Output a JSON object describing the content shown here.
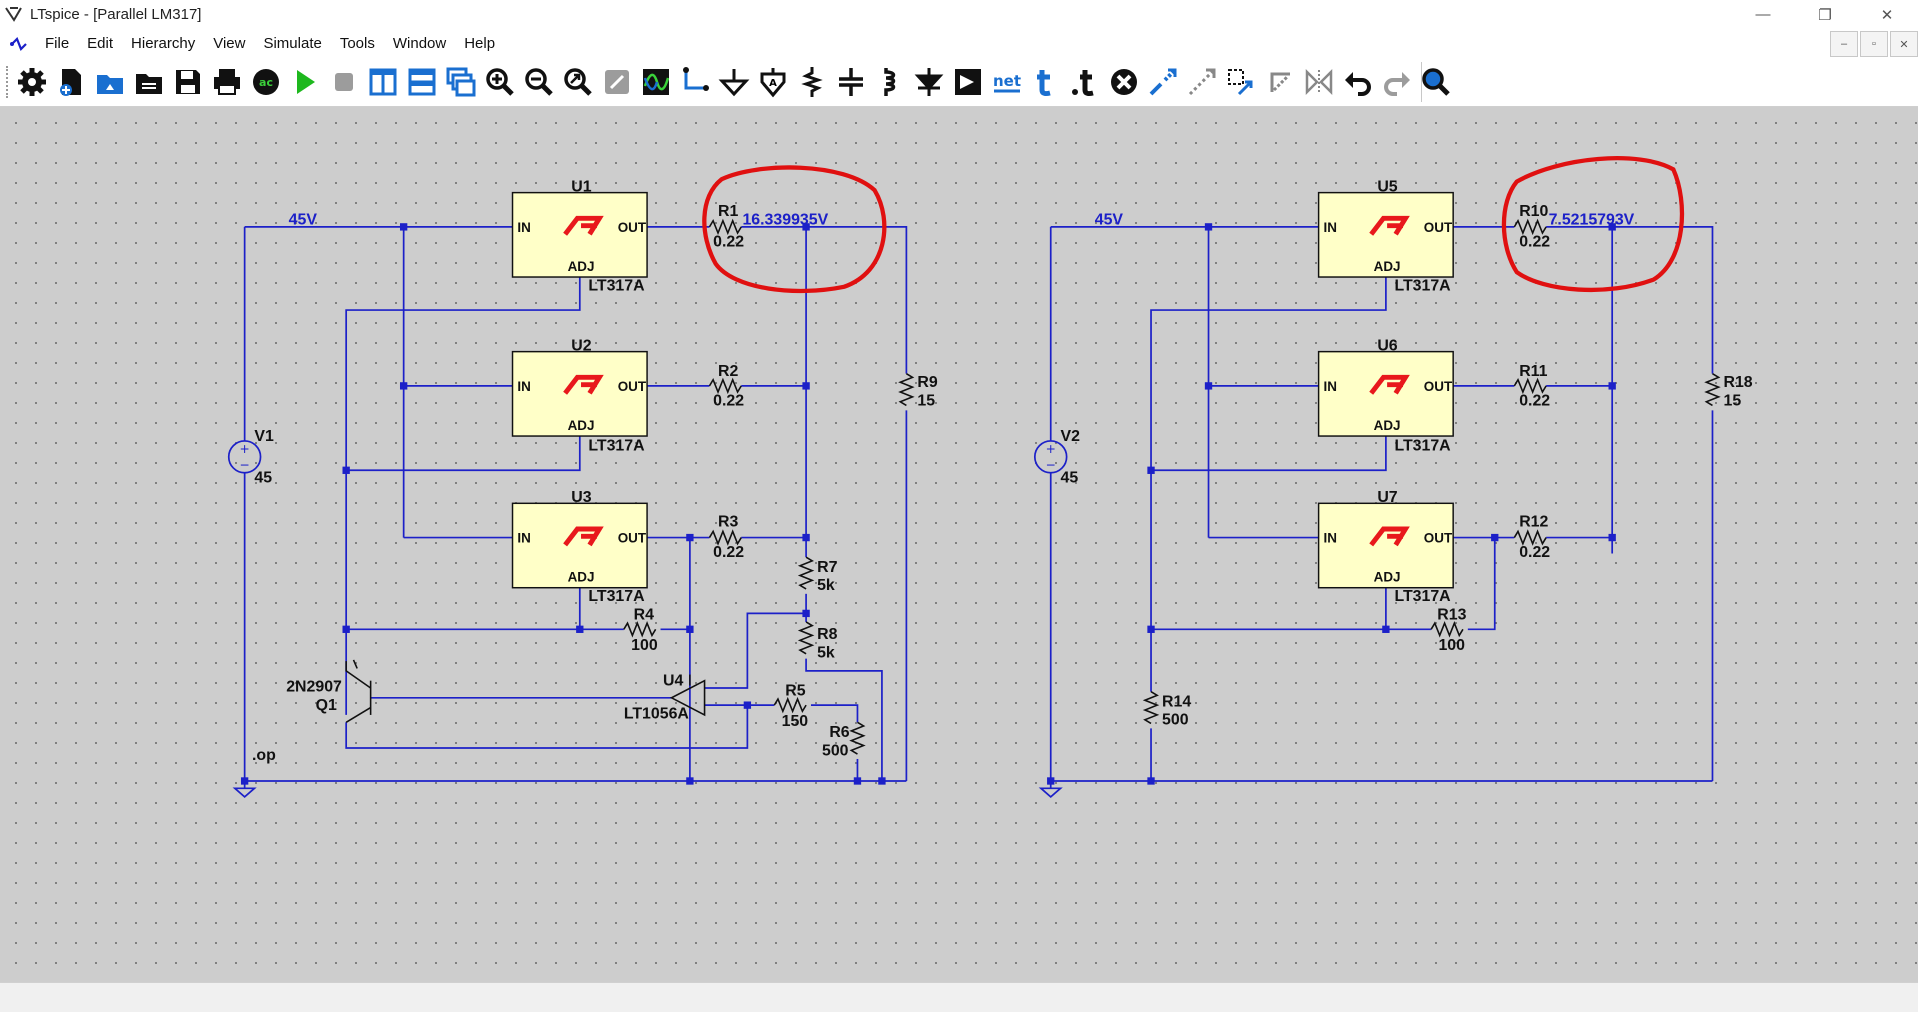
{
  "window": {
    "title": "LTspice - [Parallel LM317]",
    "controls": {
      "minimize": "—",
      "maximize": "❐",
      "close": "✕"
    },
    "mdi_controls": {
      "minimize": "–",
      "restore": "▫",
      "close": "✕"
    }
  },
  "menu": [
    "File",
    "Edit",
    "Hierarchy",
    "View",
    "Simulate",
    "Tools",
    "Window",
    "Help"
  ],
  "toolbar": {
    "tools": [
      "settings-icon",
      "new-schematic-icon",
      "open-icon",
      "open-recent-icon",
      "save-icon",
      "print-icon",
      "ac-analysis-icon",
      "run-icon",
      "halt-icon",
      "tile-vertical-icon",
      "tile-horizontal-icon",
      "cascade-icon",
      "zoom-in-icon",
      "zoom-out-icon",
      "zoom-fit-icon",
      "zoom-back-icon",
      "waveform-icon",
      "wire-icon",
      "ground-icon",
      "label-net-icon",
      "resistor-icon",
      "capacitor-icon",
      "inductor-icon",
      "diode-icon",
      "component-icon",
      "net-label-icon",
      "text-icon",
      "spice-directive-icon",
      "delete-icon",
      "duplicate-icon",
      "move-icon",
      "drag-icon",
      "rotate-icon",
      "mirror-icon",
      "undo-icon",
      "redo-icon",
      "find-icon"
    ],
    "net_label": "net"
  },
  "schematic": {
    "left": {
      "source": {
        "name": "V1",
        "value": "45",
        "net_label": "45V"
      },
      "regulators": [
        {
          "name": "U1",
          "part": "LT317A"
        },
        {
          "name": "U2",
          "part": "LT317A"
        },
        {
          "name": "U3",
          "part": "LT317A"
        }
      ],
      "resistors": [
        {
          "name": "R1",
          "value": "0.22"
        },
        {
          "name": "R2",
          "value": "0.22"
        },
        {
          "name": "R3",
          "value": "0.22"
        },
        {
          "name": "R4",
          "value": "100"
        },
        {
          "name": "R5",
          "value": "150"
        },
        {
          "name": "R6",
          "value": "500"
        },
        {
          "name": "R7",
          "value": "5k"
        },
        {
          "name": "R8",
          "value": "5k"
        },
        {
          "name": "R9",
          "value": "15"
        }
      ],
      "opamp": {
        "name": "U4",
        "part": "LT1056A"
      },
      "transistor": {
        "name": "Q1",
        "part": "2N2907"
      },
      "probe_voltage": "16.339935V",
      "directive": ".op"
    },
    "right": {
      "source": {
        "name": "V2",
        "value": "45",
        "net_label": "45V"
      },
      "regulators": [
        {
          "name": "U5",
          "part": "LT317A"
        },
        {
          "name": "U6",
          "part": "LT317A"
        },
        {
          "name": "U7",
          "part": "LT317A"
        }
      ],
      "resistors": [
        {
          "name": "R10",
          "value": "0.22"
        },
        {
          "name": "R11",
          "value": "0.22"
        },
        {
          "name": "R12",
          "value": "0.22"
        },
        {
          "name": "R13",
          "value": "100"
        },
        {
          "name": "R14",
          "value": "500"
        },
        {
          "name": "R18",
          "value": "15"
        }
      ],
      "probe_voltage": "7.5215793V"
    },
    "pins": {
      "in": "IN",
      "out": "OUT",
      "adj": "ADJ"
    },
    "colors": {
      "wire": "#1c20c8",
      "regulator_fill": "#ffffc8",
      "logo": "#e8181c",
      "highlight": "#e01010",
      "canvas": "#cdcdcd"
    }
  }
}
